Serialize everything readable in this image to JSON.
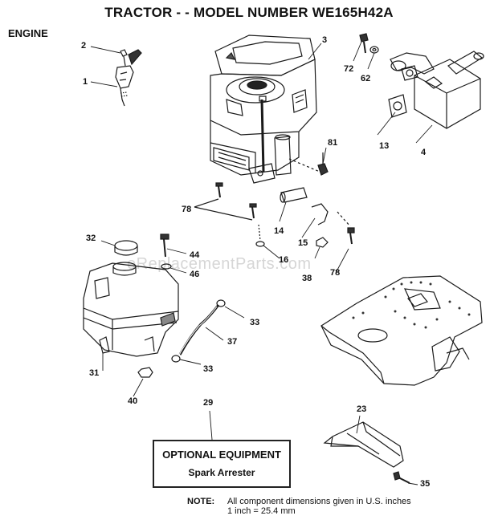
{
  "header": {
    "title": "TRACTOR - - MODEL NUMBER WE165H42A",
    "section": "ENGINE"
  },
  "callouts": [
    {
      "id": "c2",
      "label": "2"
    },
    {
      "id": "c1",
      "label": "1"
    },
    {
      "id": "c3",
      "label": "3"
    },
    {
      "id": "c72",
      "label": "72"
    },
    {
      "id": "c62",
      "label": "62"
    },
    {
      "id": "c13",
      "label": "13"
    },
    {
      "id": "c4",
      "label": "4"
    },
    {
      "id": "c81",
      "label": "81"
    },
    {
      "id": "c78a",
      "label": "78"
    },
    {
      "id": "c14",
      "label": "14"
    },
    {
      "id": "c15",
      "label": "15"
    },
    {
      "id": "c16",
      "label": "16"
    },
    {
      "id": "c38",
      "label": "38"
    },
    {
      "id": "c78b",
      "label": "78"
    },
    {
      "id": "c32",
      "label": "32"
    },
    {
      "id": "c44",
      "label": "44"
    },
    {
      "id": "c46",
      "label": "46"
    },
    {
      "id": "c33a",
      "label": "33"
    },
    {
      "id": "c37",
      "label": "37"
    },
    {
      "id": "c33b",
      "label": "33"
    },
    {
      "id": "c31",
      "label": "31"
    },
    {
      "id": "c40",
      "label": "40"
    },
    {
      "id": "c29",
      "label": "29"
    },
    {
      "id": "c23",
      "label": "23"
    },
    {
      "id": "c35",
      "label": "35"
    }
  ],
  "optional_equipment": {
    "heading": "OPTIONAL EQUIPMENT",
    "item": "Spark Arrester"
  },
  "note": {
    "label": "NOTE:",
    "line1": "All component dimensions given in U.S. inches",
    "line2": "1 inch = 25.4 mm"
  },
  "watermark": "eReplacementParts.com"
}
